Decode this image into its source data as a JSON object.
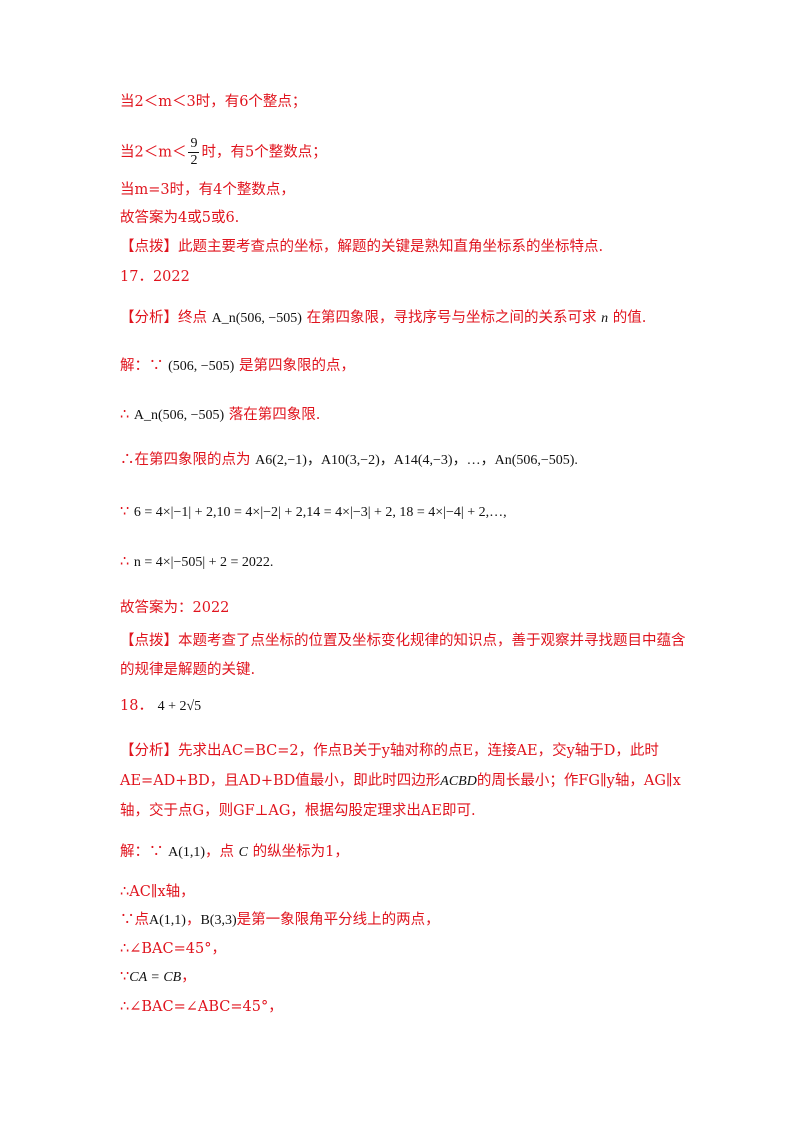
{
  "lines": {
    "l1": "当2＜m＜3时，有6个整点；",
    "l2a": "当2＜m＜",
    "l2_num": "9",
    "l2_den": "2",
    "l2b": "时，有5个整数点；",
    "l3": "当m=3时，有4个整数点，",
    "l4": "故答案为4或5或6.",
    "l5": "【点拨】此题主要考查点的坐标，解题的关键是熟知直角坐标系的坐标特点.",
    "l6": "17．2022",
    "l7a": "【分析】终点",
    "l7_math": "A_n(506, −505)",
    "l7b": "在第四象限，寻找序号与坐标之间的关系可求",
    "l7_n": "n",
    "l7c": "的值.",
    "l8a": "解：∵",
    "l8_math": "(506, −505)",
    "l8b": "是第四象限的点，",
    "l9a": "∴",
    "l9_math": "A_n(506, −505)",
    "l9b": "落在第四象限.",
    "l10a": "∴在第四象限的点为",
    "l10_math": "A6(2,−1)，A10(3,−2)，A14(4,−3)，…，An(506,−505).",
    "l11a": "∵",
    "l11_math": "6 = 4×|−1| + 2,10 = 4×|−2| + 2,14 = 4×|−3| + 2, 18 = 4×|−4| + 2,…,",
    "l12a": "∴",
    "l12_math": "n = 4×|−505| + 2 = 2022.",
    "l13": "故答案为：2022",
    "l14": "【点拨】本题考查了点坐标的位置及坐标变化规律的知识点，善于观察并寻找题目中蕴含",
    "l15": "的规律是解题的关键.",
    "l16a": "18．",
    "l16_math": "4 + 2√5",
    "l17": "【分析】先求出AC=BC=2，作点B关于y轴对称的点E，连接AE，交y轴于D，此时",
    "l18a": "AE=AD+BD，且AD+BD值最小，即此时四边形",
    "l18_math": "ACBD",
    "l18b": "的周长最小；作FG∥y轴，AG∥x",
    "l19": "轴，交于点G，则GF⊥AG，根据勾股定理求出AE即可.",
    "l20a": "解：∵",
    "l20_math": "A(1,1)",
    "l20b": "，点",
    "l20_C": "C",
    "l20c": "的纵坐标为1，",
    "l21": "∴AC∥x轴，",
    "l22a": "∵点",
    "l22_math1": "A(1,1)",
    "l22_sep": "，",
    "l22_math2": "B(3,3)",
    "l22b": "是第一象限角平分线上的两点，",
    "l23": "∴∠BAC=45°，",
    "l24a": "∵",
    "l24_math": "CA = CB",
    "l24b": "，",
    "l25": "∴∠BAC=∠ABC=45°，"
  }
}
